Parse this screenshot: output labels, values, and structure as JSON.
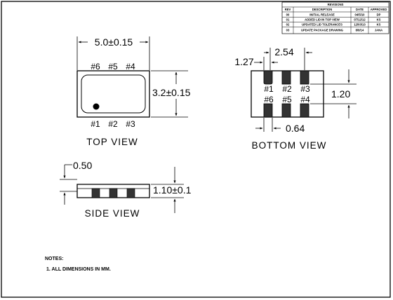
{
  "revision_block": {
    "title": "REVISIONS",
    "headers": [
      "REV",
      "DESCRIPTION",
      "DATE",
      "APPROVED"
    ],
    "rows": [
      [
        "00",
        "INITIAL RELEASE",
        "04/5/10",
        "DP"
      ],
      [
        "01",
        "ADDED LID IN TOP VIEW",
        "07/12/12",
        "KS"
      ],
      [
        "02",
        "UPDATED LID TOLERANCES",
        "12/03/13",
        "KS"
      ],
      [
        "03",
        "UPDATE PACKAGE DRAWING",
        "8/8/14",
        "JANA"
      ]
    ]
  },
  "top_view": {
    "caption": "TOP VIEW",
    "width_dim": "5.0±0.15",
    "height_dim": "3.2±0.15",
    "pins_top": [
      "#6",
      "#5",
      "#4"
    ],
    "pins_bottom": [
      "#1",
      "#2",
      "#3"
    ]
  },
  "bottom_view": {
    "caption": "BOTTOM VIEW",
    "dim_pitch": "2.54",
    "dim_pad_width": "1.27",
    "dim_row_gap": "1.20",
    "dim_pad_height": "0.64",
    "pins_top": [
      "#1",
      "#2",
      "#3"
    ],
    "pins_bottom": [
      "#6",
      "#5",
      "#4"
    ]
  },
  "side_view": {
    "caption": "SIDE VIEW",
    "dim_lid": "0.50",
    "dim_height": "1.10±0.1"
  },
  "notes": {
    "title": "NOTES:",
    "items": [
      "1. ALL DIMENSIONS IN MM."
    ]
  }
}
